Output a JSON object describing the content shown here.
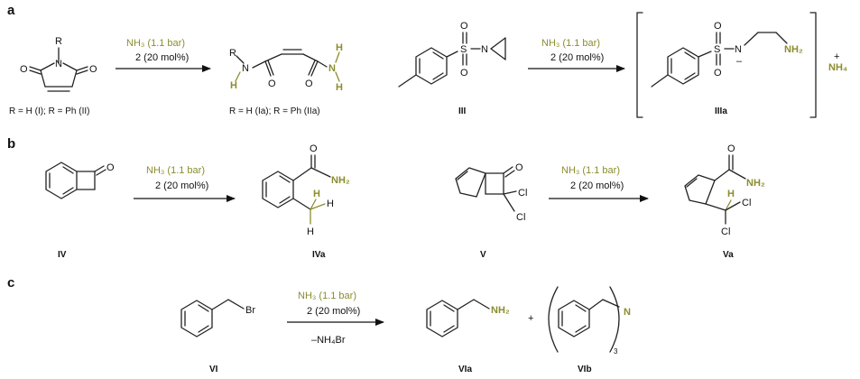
{
  "panels": {
    "a": "a",
    "b": "b",
    "c": "c"
  },
  "reagents": {
    "ammonia": "NH₃ (1.1 bar)",
    "catalyst": "2 (20 mol%)",
    "byproduct": "–NH₄Br"
  },
  "atoms": {
    "N": "N",
    "O": "O",
    "H": "H",
    "R": "R",
    "S": "S",
    "Cl": "Cl",
    "Br": "Br",
    "NH2": "NH₂",
    "NH4": "NH₄",
    "plus": "+",
    "minus": "–",
    "three": "3"
  },
  "compounds": {
    "I_II": "R = H (I); R = Ph (II)",
    "Ia_IIa": "R = H (Ia); R = Ph (IIa)",
    "III": "III",
    "IIIa": "IIIa",
    "IV": "IV",
    "IVa": "IVa",
    "V": "V",
    "Va": "Va",
    "VI": "VI",
    "VIa": "VIa",
    "VIb": "VIb"
  }
}
